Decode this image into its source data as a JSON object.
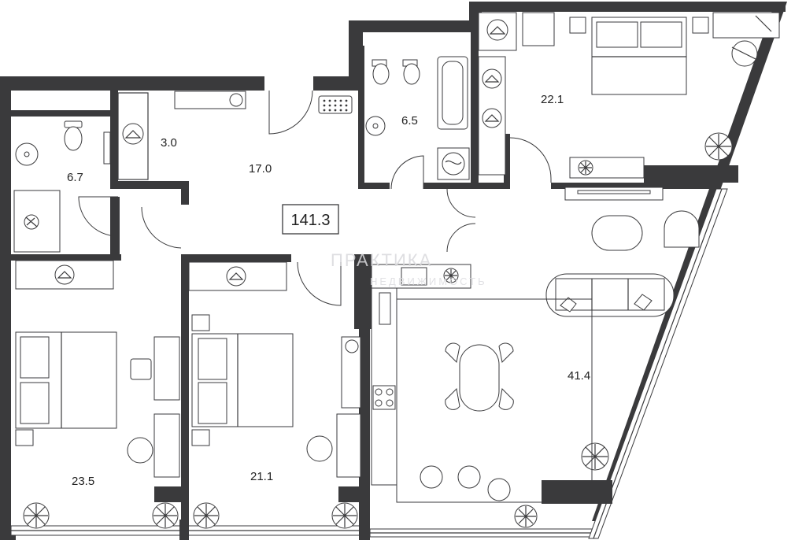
{
  "plan": {
    "total_area": "141.3",
    "rooms": [
      {
        "id": "bath-left",
        "area": "6.7"
      },
      {
        "id": "closet",
        "area": "3.0"
      },
      {
        "id": "hall",
        "area": "17.0"
      },
      {
        "id": "bath-center",
        "area": "6.5"
      },
      {
        "id": "master-bedroom",
        "area": "22.1"
      },
      {
        "id": "bedroom-left",
        "area": "23.5"
      },
      {
        "id": "bedroom-middle",
        "area": "21.1"
      },
      {
        "id": "living-kitchen",
        "area": "41.4"
      }
    ],
    "watermark": {
      "line1": "ПРАКТИКА",
      "line2": "НЕДВИЖИМОСТЬ"
    }
  },
  "colors": {
    "wall": "#3a3a3c",
    "background": "#ffffff"
  }
}
